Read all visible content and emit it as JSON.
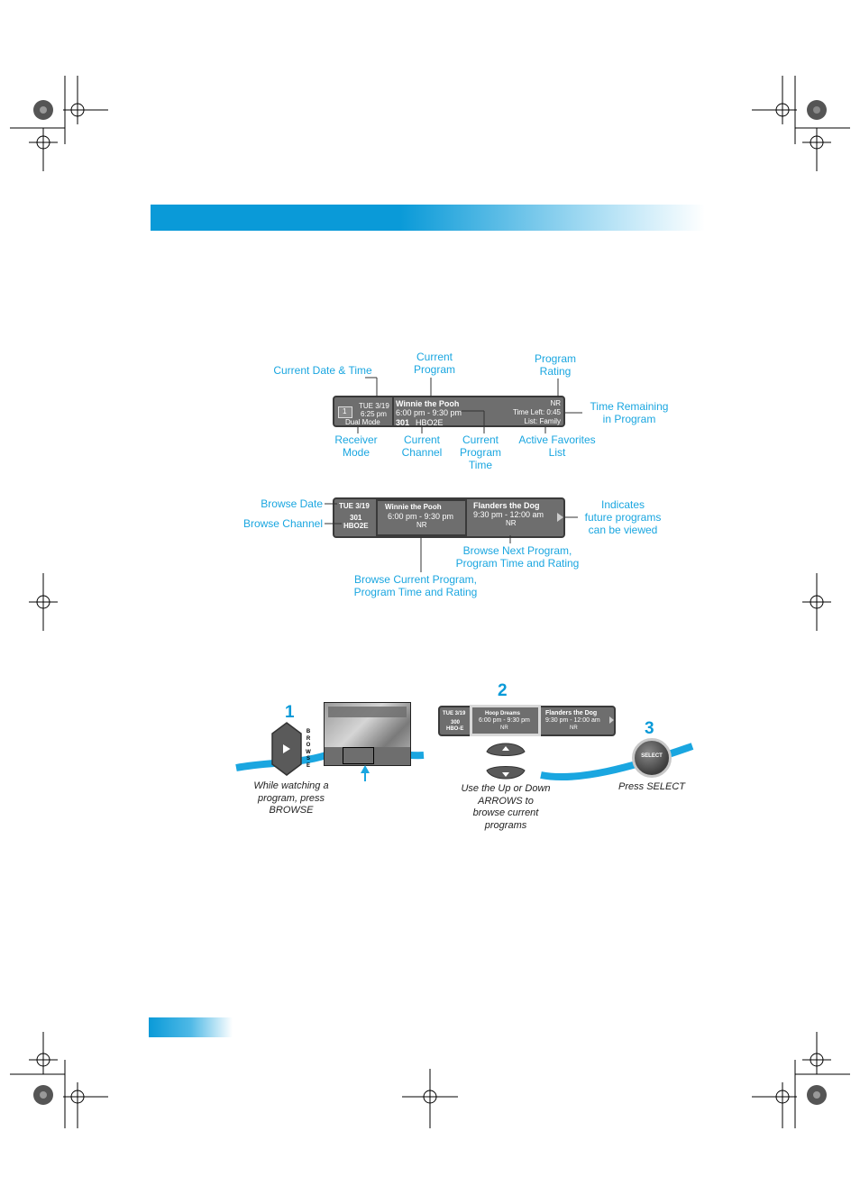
{
  "info_banner": {
    "date": "TUE 3/19",
    "time": "6:25 pm",
    "mode": "Dual Mode",
    "receiver_num": "1",
    "program_title": "Winnie the Pooh",
    "program_time": "6:00 pm - 9:30 pm",
    "channel_num": "301",
    "channel_name": "HBO2E",
    "rating": "NR",
    "time_left": "Time Left: 0:45",
    "list": "List: Family"
  },
  "info_labels": {
    "current_date_time": "Current Date & Time",
    "current_program": "Current\nProgram",
    "program_rating": "Program\nRating",
    "time_remaining": "Time Remaining\nin Program",
    "receiver_mode": "Receiver\nMode",
    "current_channel": "Current\nChannel",
    "current_program_time": "Current\nProgram\nTime",
    "active_favorites": "Active Favorites\nList"
  },
  "browse_banner": {
    "date": "TUE 3/19",
    "channel_num": "301",
    "channel_name": "HBO2E",
    "current_title": "Winnie the Pooh",
    "current_time": "6:00 pm - 9:30 pm",
    "current_rating": "NR",
    "next_title": "Flanders the Dog",
    "next_time": "9:30 pm - 12:00 am",
    "next_rating": "NR"
  },
  "browse_labels": {
    "browse_date": "Browse Date",
    "browse_channel": "Browse Channel",
    "future": "Indicates\nfuture programs\ncan be viewed",
    "browse_next": "Browse Next Program,\nProgram Time and Rating",
    "browse_current": "Browse Current Program,\nProgram Time and Rating"
  },
  "steps": {
    "one": "1",
    "two": "2",
    "three": "3",
    "browse_key": "B\nR\nO\nW\nS\nE",
    "select_key": "SELECT",
    "caption1": "While watching a\nprogram, press\nBROWSE",
    "caption2": "Use the Up or Down\nARROWS to\nbrowse current\nprograms",
    "caption3": "Press SELECT",
    "mini_banner": {
      "date": "TUE 3/19",
      "channel_num": "300",
      "channel_name": "HBO-E",
      "current_title": "Hoop Dreams",
      "current_time": "6:00 pm - 9:30 pm",
      "current_rating": "NR",
      "next_title": "Flanders the Dog",
      "next_time": "9:30 pm - 12:00 am",
      "next_rating": "NR"
    }
  },
  "colors": {
    "accent": "#0a9ad8",
    "label": "#1aa6e0",
    "banner": "#6e6e6e"
  }
}
